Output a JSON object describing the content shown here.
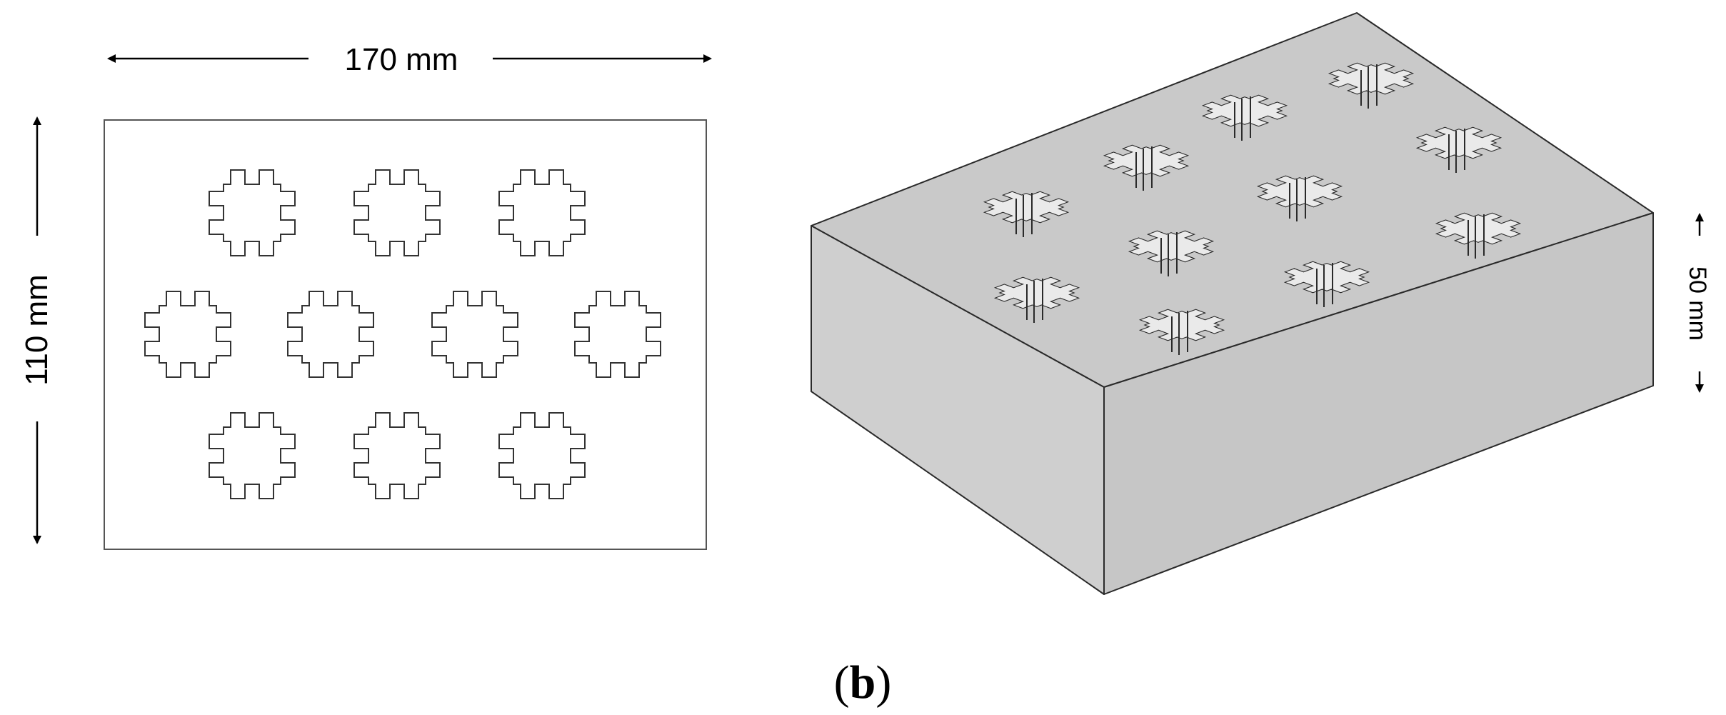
{
  "top_view": {
    "width_label": "170 mm",
    "height_label": "110 mm",
    "rows": [
      3,
      4,
      3
    ]
  },
  "iso_view": {
    "depth_label": "50 mm",
    "rows": [
      3,
      4,
      4
    ],
    "colors": {
      "top": "#c9c9c9",
      "left": "#cfcfcf",
      "right": "#c6c6c6",
      "edge": "#2a2a2a"
    }
  },
  "caption": {
    "open": "(",
    "letter": "b",
    "close": ")"
  }
}
